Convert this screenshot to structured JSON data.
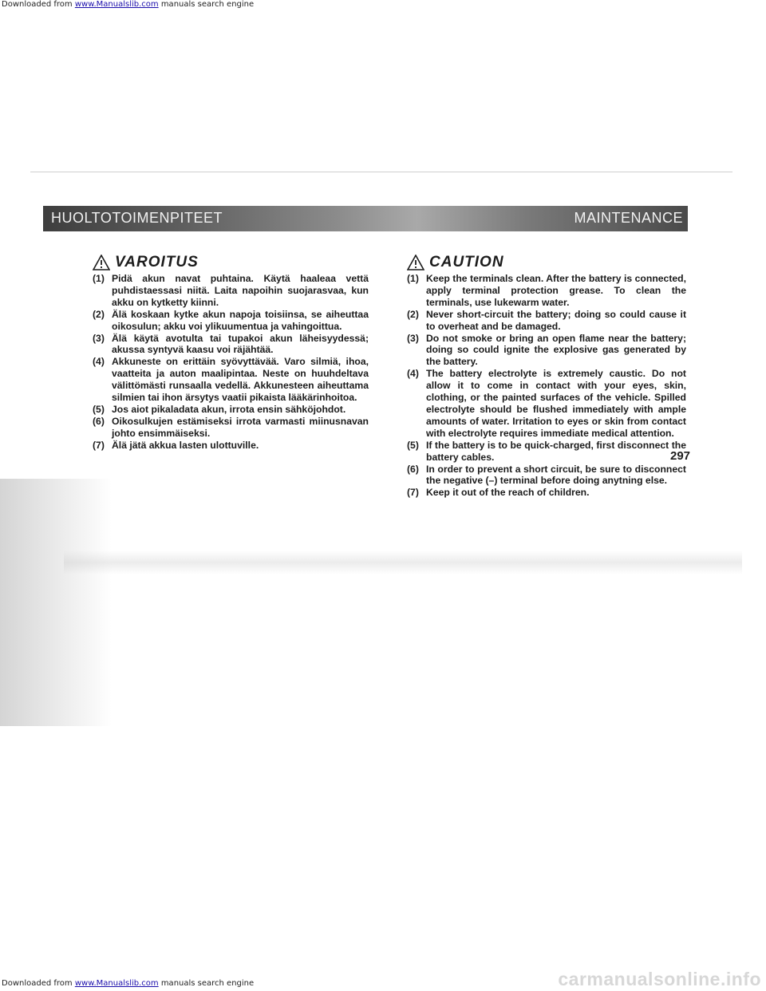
{
  "download_note": {
    "prefix": "Downloaded from ",
    "link": "www.Manualslib.com",
    "suffix": " manuals search engine"
  },
  "header": {
    "left_title": "HUOLTOTOIMENPITEET",
    "right_title": "MAINTENANCE"
  },
  "left": {
    "title": "VAROITUS",
    "items": [
      {
        "num": "(1)",
        "text": "Pidä akun navat puhtaina. Käytä haaleaa vettä puhdistaessasi niitä. Laita napoihin suojarasvaa, kun akku on kytketty kiinni."
      },
      {
        "num": "(2)",
        "text": "Älä koskaan kytke akun napoja toisiinsa, se aiheuttaa oikosulun; akku voi ylikuumentua ja vahingoittua."
      },
      {
        "num": "(3)",
        "text": "Älä käytä avotulta tai tupakoi akun läheisyydessä; akussa syntyvä kaasu voi räjähtää."
      },
      {
        "num": "(4)",
        "text": "Akkuneste on erittäin syövyttävää. Varo silmiä, ihoa, vaatteita ja auton maalipintaa. Neste on huuhdeltava välittömästi runsaalla vedellä. Akkunesteen aiheuttama silmien tai ihon ärsytys vaatii pikaista lääkärinhoitoa."
      },
      {
        "num": "(5)",
        "text": "Jos aiot pikaladata akun, irrota ensin sähköjohdot."
      },
      {
        "num": "(6)",
        "text": "Oikosulkujen estämiseksi irrota varmasti miinusnavan johto ensimmäiseksi."
      },
      {
        "num": "(7)",
        "text": "Älä jätä akkua lasten ulottuville."
      }
    ]
  },
  "right": {
    "title": "CAUTION",
    "items": [
      {
        "num": "(1)",
        "text": "Keep the terminals clean. After the battery is connected, apply terminal protection grease. To clean the terminals, use lukewarm water."
      },
      {
        "num": "(2)",
        "text": "Never short-circuit the battery; doing so could cause it to overheat and be damaged."
      },
      {
        "num": "(3)",
        "text": "Do not smoke or bring an open flame near the battery; doing so could ignite the explosive gas generated by the battery."
      },
      {
        "num": "(4)",
        "text": "The battery electrolyte is extremely caustic. Do not allow it to come in contact with your eyes, skin, clothing, or the painted surfaces of the vehicle. Spilled electrolyte should be flushed immediately with ample amounts of water. Irritation to eyes or skin from contact with electrolyte requires immediate medical attention."
      },
      {
        "num": "(5)",
        "text": "If the battery is to be quick-charged, first disconnect the battery cables."
      },
      {
        "num": "(6)",
        "text": "In order to prevent a short circuit, be sure to disconnect the negative (–) terminal before doing anytning else."
      },
      {
        "num": "(7)",
        "text": "Keep it out of the reach of children."
      }
    ]
  },
  "page_number": "297",
  "watermark": "carmanualsonline.info"
}
